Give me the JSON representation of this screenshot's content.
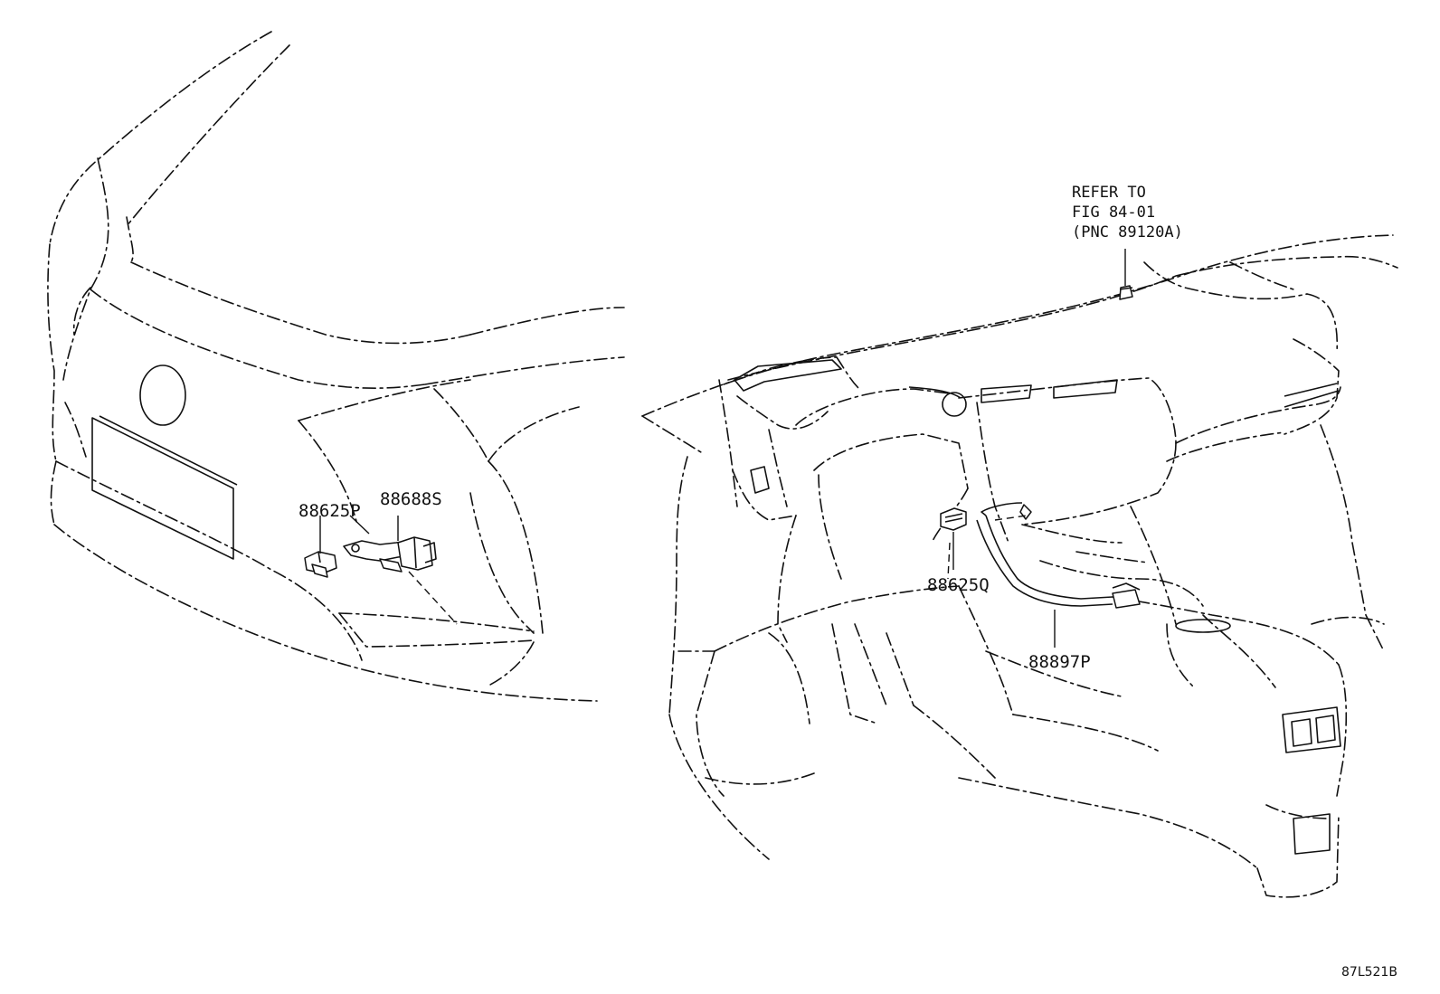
{
  "labels": {
    "p88625P": "88625P",
    "p88688S": "88688S",
    "p88625Q": "88625Q",
    "p88897P": "88897P"
  },
  "reference_note": {
    "line1": "REFER TO",
    "line2": "FIG 84-01",
    "line3": "(PNC 89120A)"
  },
  "drawing_code": "87L521B"
}
